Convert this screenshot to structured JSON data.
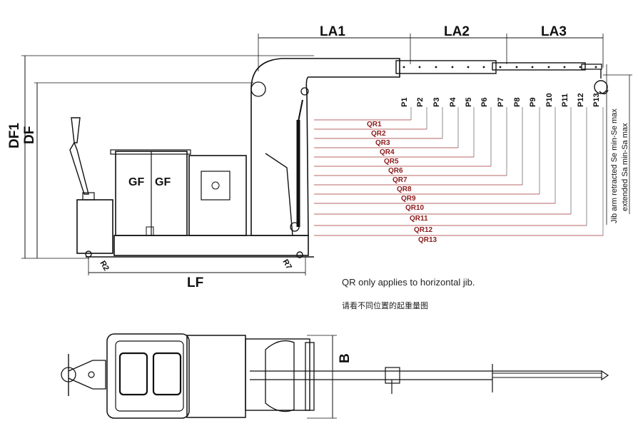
{
  "dimensions": {
    "la": [
      "LA1",
      "LA2",
      "LA3"
    ],
    "df1": "DF1",
    "df": "DF",
    "lf": "LF",
    "r2": "R2",
    "r7": "R7",
    "b": "B"
  },
  "positions": [
    "P1",
    "P2",
    "P3",
    "P4",
    "P5",
    "P6",
    "P7",
    "P8",
    "P9",
    "P10",
    "P11",
    "P12",
    "P13"
  ],
  "radii": [
    "QR1",
    "QR2",
    "QR3",
    "QR4",
    "QR5",
    "QR6",
    "QR7",
    "QR8",
    "QR9",
    "QR10",
    "QR11",
    "QR12",
    "QR13"
  ],
  "weights": [
    "GF",
    "GF"
  ],
  "side_text": {
    "line1": "Jib arm retracted Se min-Se max",
    "line2": "extended Sa min-Sa max"
  },
  "notes": {
    "english": "QR only applies to horizontal jib.",
    "chinese": "请看不同位置的起重量图"
  },
  "colors": {
    "line": "#111111",
    "radius": "#a33333",
    "radius_text": "#8b1a1a"
  }
}
